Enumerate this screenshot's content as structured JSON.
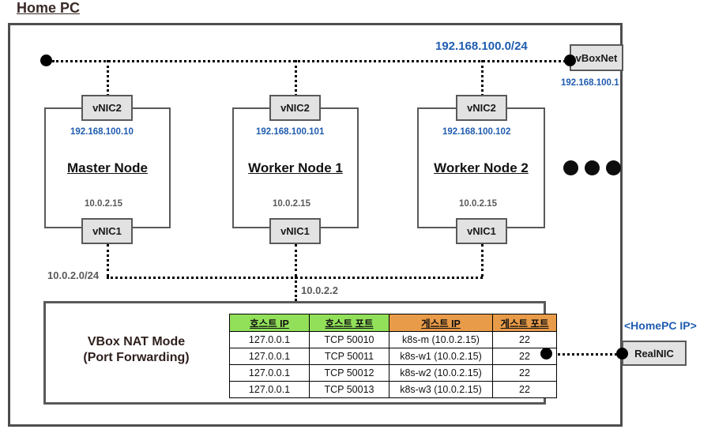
{
  "title": "Home PC",
  "networks": {
    "host_only": {
      "label": "192.168.100.0/24",
      "gateway_ip": "192.168.100.1",
      "switch_name": "vBoxNet"
    },
    "nat": {
      "label": "10.0.2.0/24",
      "gateway_ip": "10.0.2.2"
    }
  },
  "nodes": [
    {
      "name": "Master Node",
      "nic2": {
        "label": "vNIC2",
        "ip": "192.168.100.10"
      },
      "nic1": {
        "label": "vNIC1",
        "ip": "10.0.2.15"
      }
    },
    {
      "name": "Worker Node 1",
      "nic2": {
        "label": "vNIC2",
        "ip": "192.168.100.101"
      },
      "nic1": {
        "label": "vNIC1",
        "ip": "10.0.2.15"
      }
    },
    {
      "name": "Worker Node 2",
      "nic2": {
        "label": "vNIC2",
        "ip": "192.168.100.102"
      },
      "nic1": {
        "label": "vNIC1",
        "ip": "10.0.2.15"
      }
    }
  ],
  "nat_mode": {
    "line1": "VBox NAT Mode",
    "line2": "(Port Forwarding)"
  },
  "port_forwarding": {
    "headers": [
      "호스트 IP",
      "호스트 포트",
      "게스트 IP",
      "게스트 포트"
    ],
    "rows": [
      [
        "127.0.0.1",
        "TCP 50010",
        "k8s-m (10.0.2.15)",
        "22"
      ],
      [
        "127.0.0.1",
        "TCP 50011",
        "k8s-w1 (10.0.2.15)",
        "22"
      ],
      [
        "127.0.0.1",
        "TCP 50012",
        "k8s-w2 (10.0.2.15)",
        "22"
      ],
      [
        "127.0.0.1",
        "TCP 50013",
        "k8s-w3 (10.0.2.15)",
        "22"
      ]
    ]
  },
  "real_nic": {
    "label": "RealNIC",
    "ip_label": "<HomePC IP>"
  },
  "colors": {
    "accent_blue": "#1f5cb0",
    "gray_text": "#5a5a5a",
    "header_host": "#92e05a",
    "header_guest": "#e89b48",
    "box_fill": "#e2e2e2",
    "box_stroke": "#595959"
  }
}
